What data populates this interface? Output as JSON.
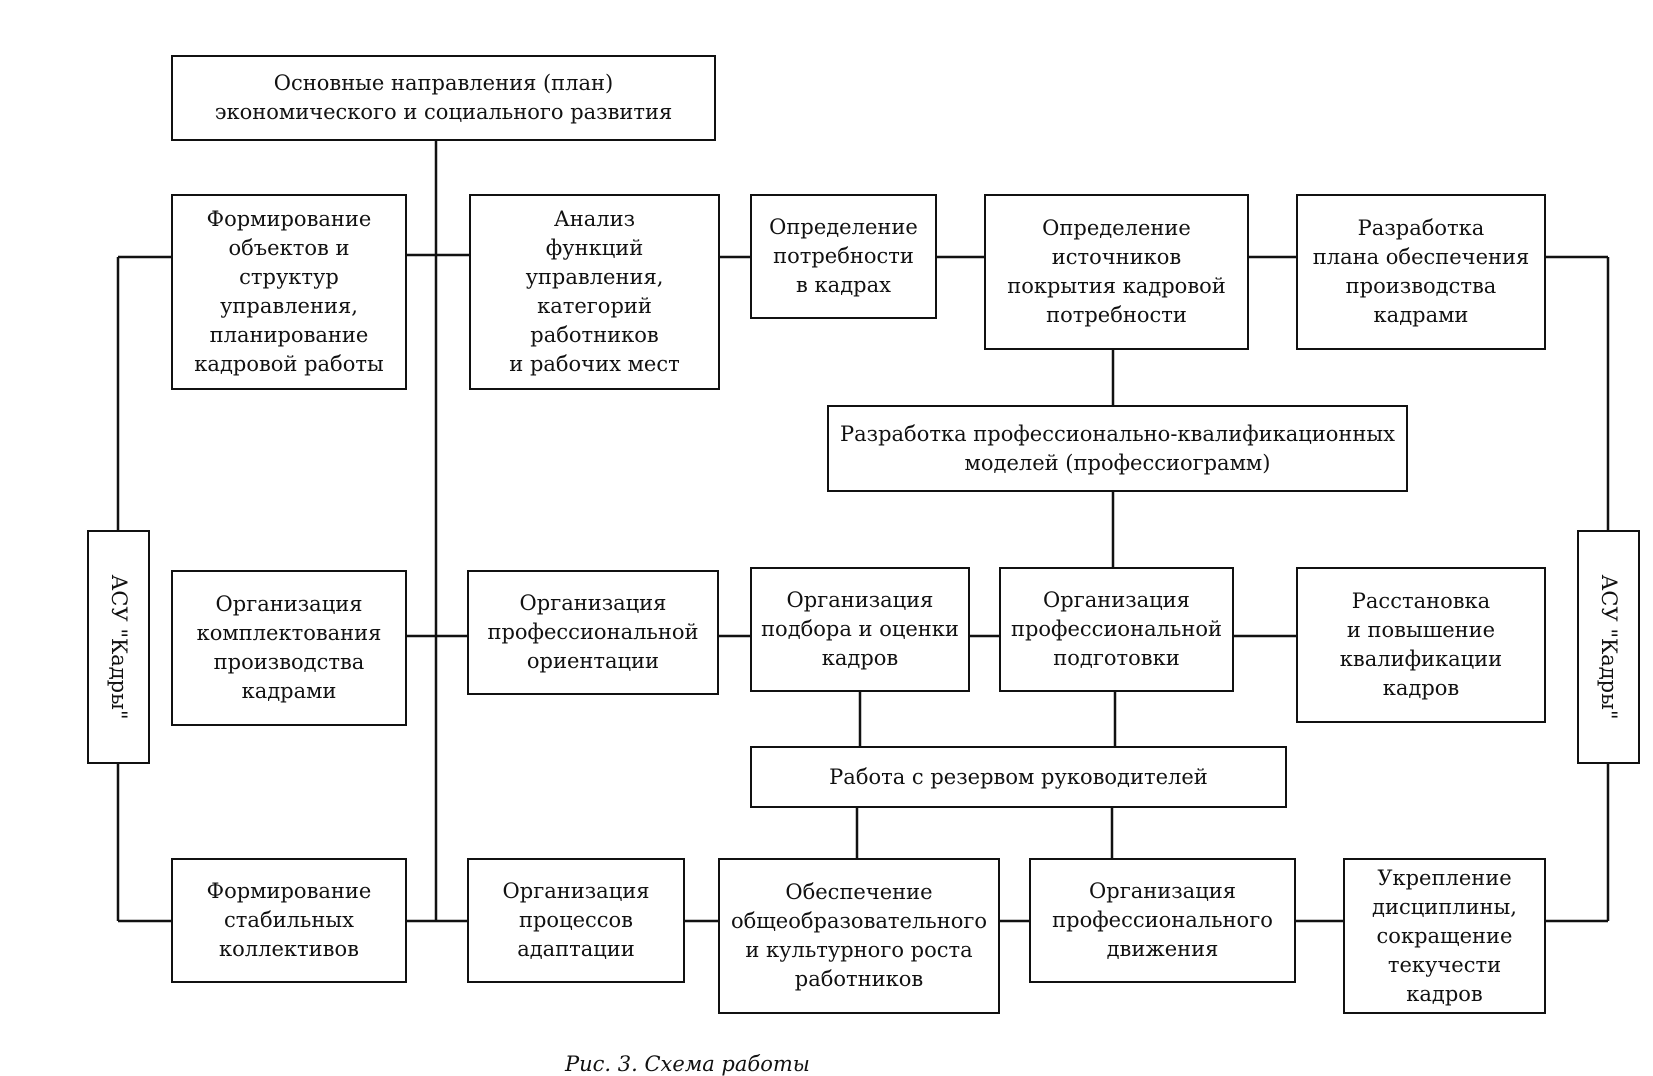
{
  "boxes": {
    "plan": "Основные направления (план)\nэкономического и социального развития",
    "formirovanie_obektov": "Формирование\nобъектов и структур\nуправления,\nпланирование\nкадровой работы",
    "analiz": "Анализ\nфункций управления,\nкатегорий\nработников\nи рабочих мест",
    "opredelenie_potrebnosti": "Определение\nпотребности\nв кадрах",
    "opredelenie_istochnikov": "Определение\nисточников\nпокрытия кадровой\nпотребности",
    "razrabotka_plana": "Разработка\nплана обеспечения\nпроизводства\nкадрами",
    "professiogrammy": "Разработка профессионально-квалификационных\nмоделей (профессиограмм)",
    "komplektovanie": "Организация\nкомплектования\nпроизводства\nкадрами",
    "prof_orientaciya": "Организация\nпрофессиональной\nориентации",
    "podbor": "Организация\nподбора и оценки\nкадров",
    "prof_podgotovka": "Организация\nпрофессиональной\nподготовки",
    "rasstanovka": "Расстановка\nи повышение\nквалификации\nкадров",
    "rezerv": "Работа с резервом руководителей",
    "stabilnye": "Формирование\nстабильных\nколлективов",
    "adaptaciya": "Организация\nпроцессов\nадаптации",
    "obespechenie": "Обеспечение\nобщеобразовательного\nи культурного роста\nработников",
    "prof_dvizhenie": "Организация\nпрофессионального\nдвижения",
    "ukreplenie": "Укрепление\nдисциплины,\nсокращение\nтекучести\nкадров"
  },
  "side_labels": {
    "left": "АСУ \"Кадры\"",
    "right": "АСУ \"Кадры\""
  },
  "caption": "Рис. 3. Схема работы"
}
